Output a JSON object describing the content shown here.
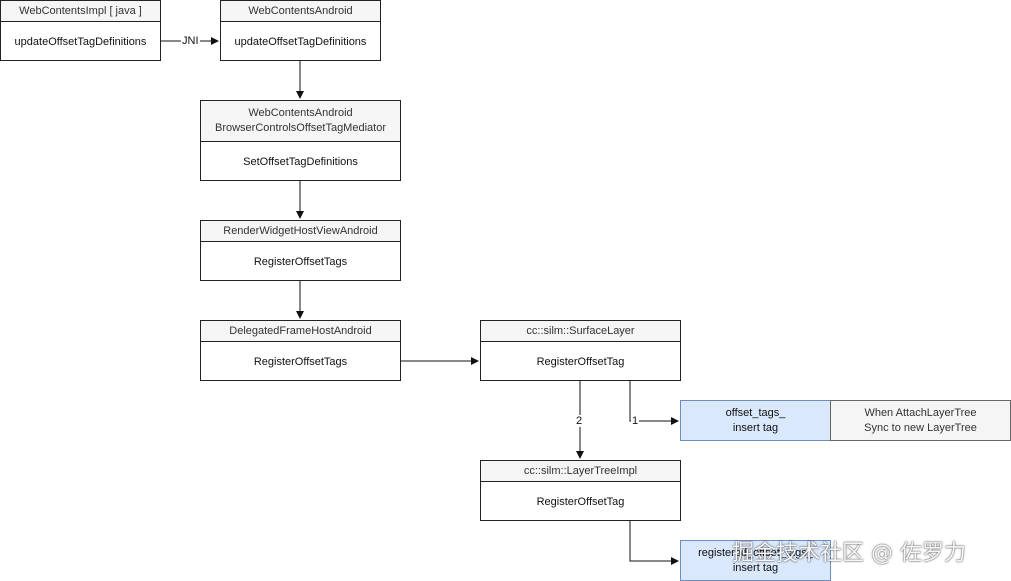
{
  "nodes": {
    "webcontentsimpl": {
      "header": "WebContentsImpl [ java ]",
      "method": "updateOffsetTagDefinitions"
    },
    "webcontentsandroid": {
      "header": "WebContentsAndroid",
      "method": "updateOffsetTagDefinitions"
    },
    "mediator": {
      "header_line1": "WebContentsAndroid",
      "header_line2": "BrowserControlsOffsetTagMediator",
      "method": "SetOffsetTagDefinitions"
    },
    "rwhva": {
      "header": "RenderWidgetHostViewAndroid",
      "method": "RegisterOffsetTags"
    },
    "dfha": {
      "header": "DelegatedFrameHostAndroid",
      "method": "RegisterOffsetTags"
    },
    "surfacelayer": {
      "header": "cc::silm::SurfaceLayer",
      "method": "RegisterOffsetTag"
    },
    "layertreeimpl": {
      "header": "cc::silm::LayerTreeImpl",
      "method": "RegisterOffsetTag"
    }
  },
  "notes": {
    "offset_tags": "offset_tags_\ninsert tag",
    "attach": "When AttachLayerTree\nSync to new LayerTree",
    "registered": "registered_offset_tags_\ninsert tag"
  },
  "edge_labels": {
    "jni": "JNI",
    "one": "1",
    "two": "2"
  },
  "watermark": "掘金技术社区 @ 佐罗力",
  "colors": {
    "note_fill": "#dae8fc",
    "note_stroke": "#6c8ebf",
    "header_fill": "#f5f5f5"
  }
}
